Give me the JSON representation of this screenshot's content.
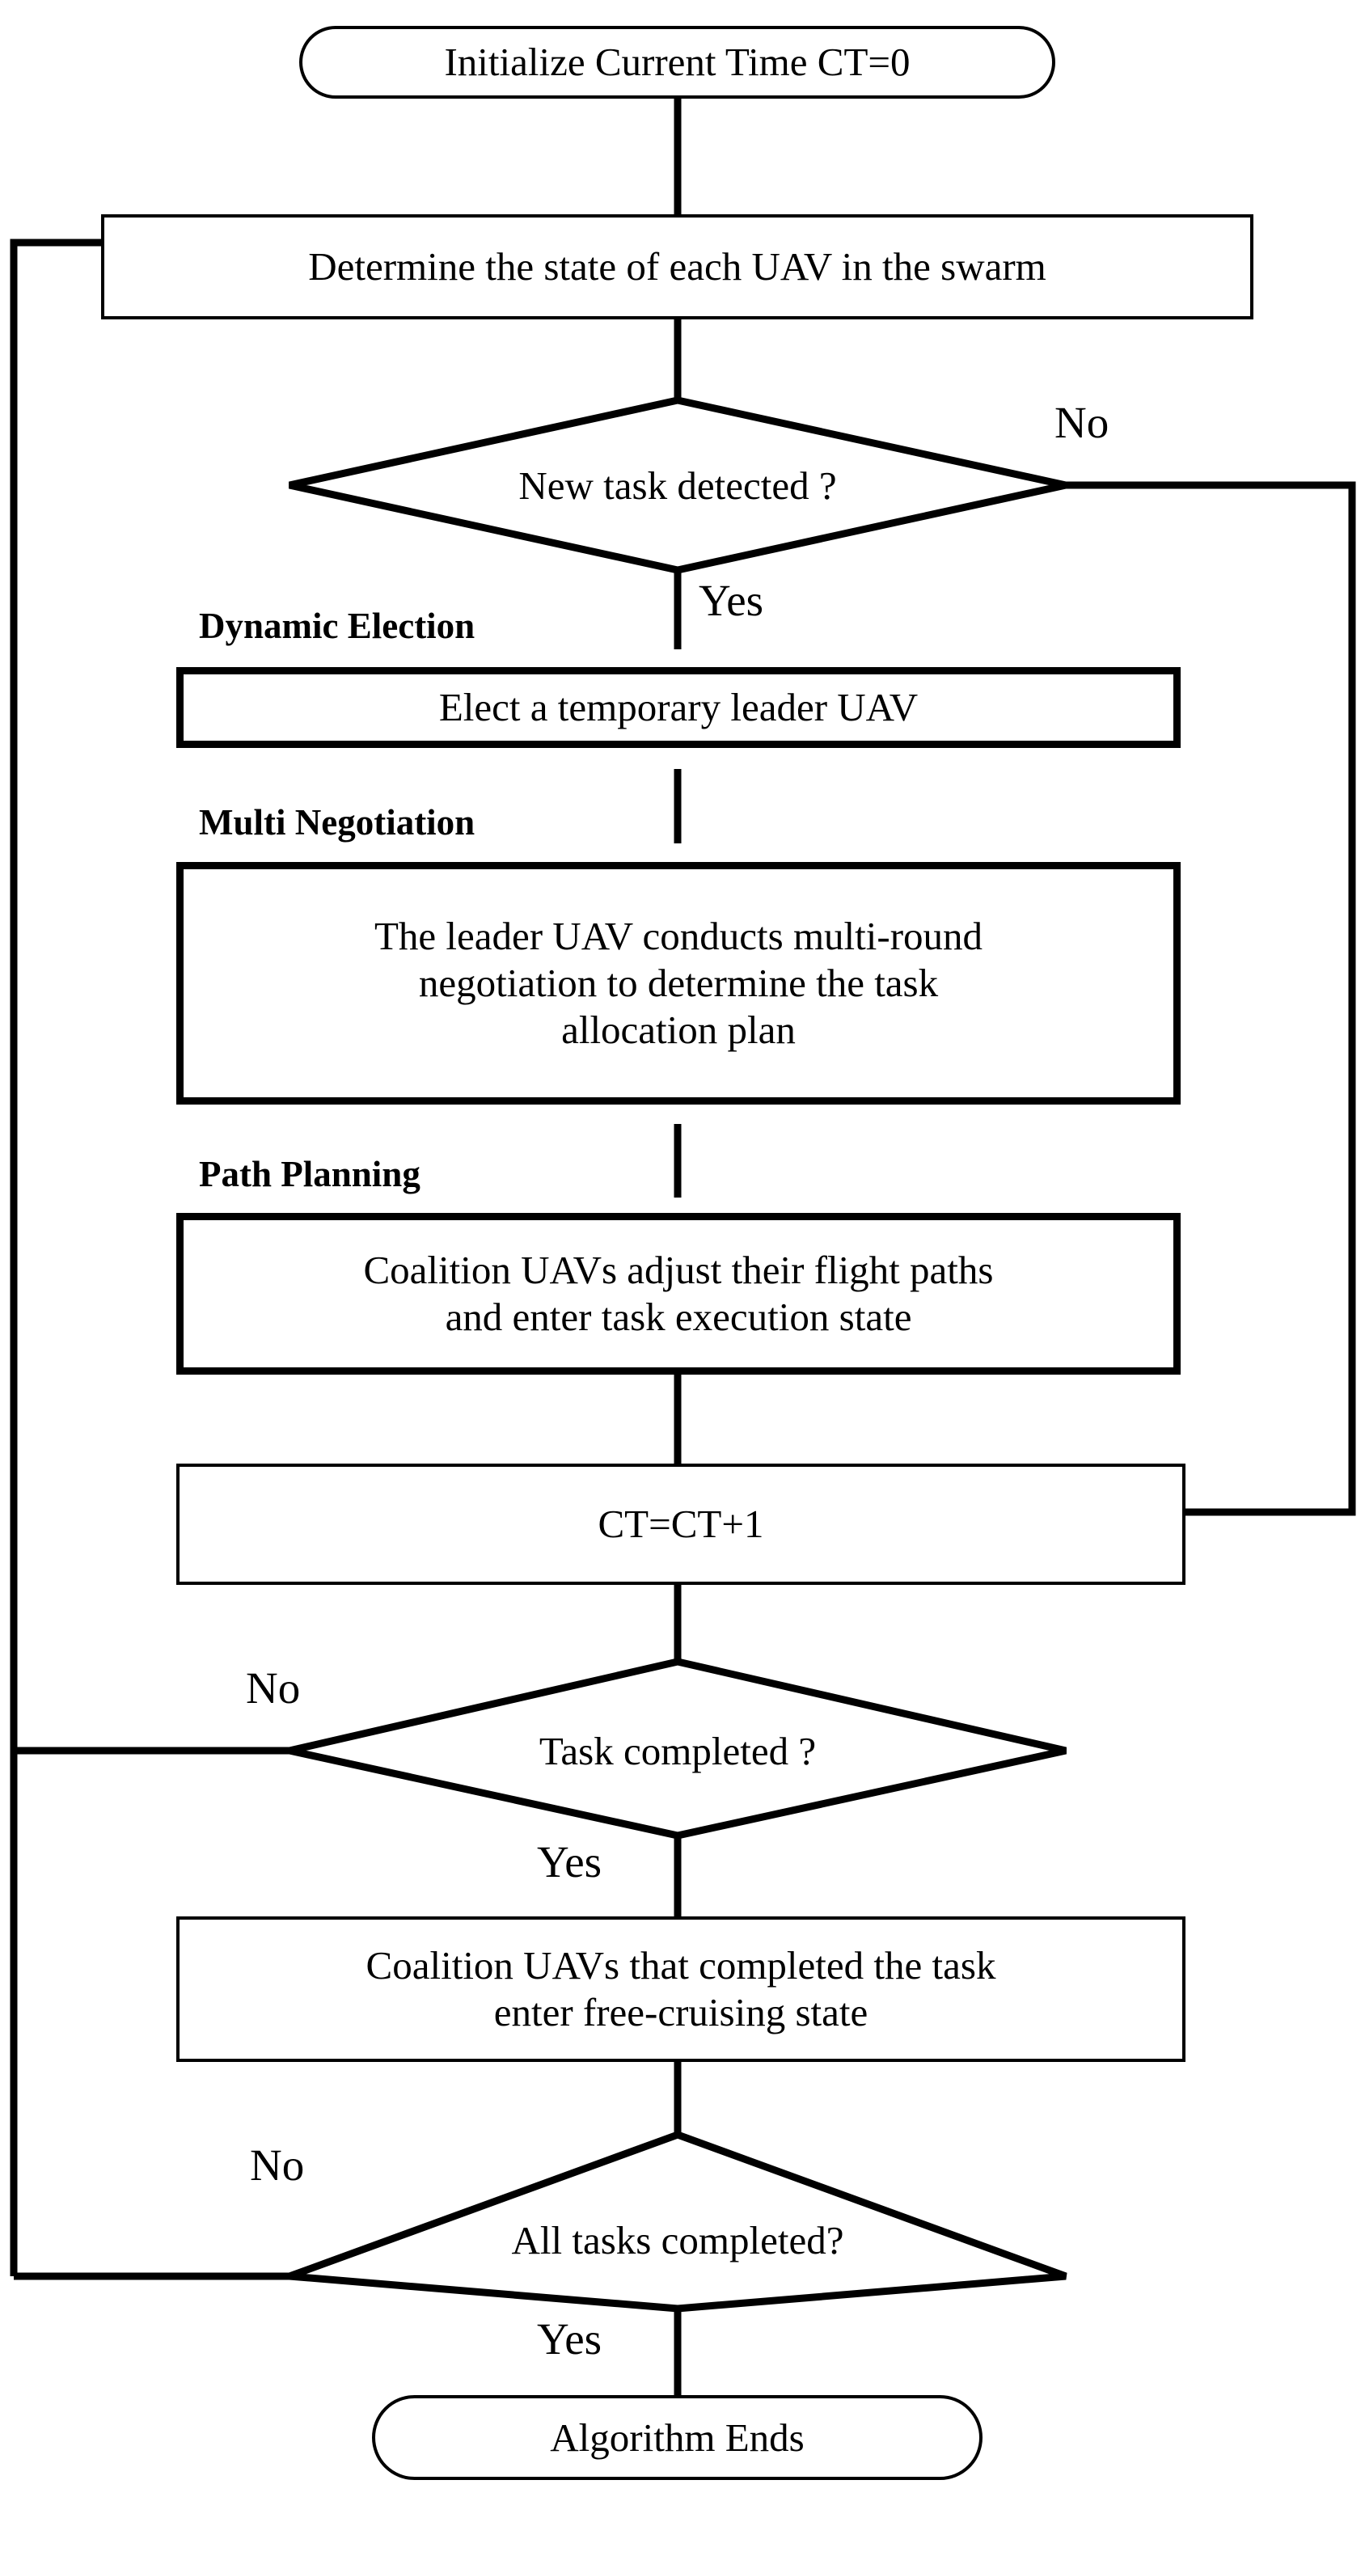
{
  "diagram": {
    "title": "UAV Swarm Dynamic Task Allocation Algorithm Flowchart",
    "stroke_color": "#000000",
    "background_color": "#ffffff",
    "nodes": {
      "start": {
        "type": "terminal",
        "text": "Initialize Current Time CT=0"
      },
      "determine_state": {
        "type": "process",
        "text": "Determine the state of each UAV in the swarm"
      },
      "new_task_decision": {
        "type": "decision",
        "text": "New task detected ?"
      },
      "elect_leader": {
        "type": "process",
        "text": "Elect a temporary leader UAV"
      },
      "negotiation": {
        "type": "process",
        "line1": "The leader UAV conducts multi-round",
        "line2": "negotiation to determine the task",
        "line3": "allocation plan"
      },
      "path_adjust": {
        "type": "process",
        "line1": "Coalition UAVs adjust their flight paths",
        "line2": "and enter task execution state"
      },
      "increment": {
        "type": "process",
        "text": "CT=CT+1"
      },
      "task_completed_decision": {
        "type": "decision",
        "text": "Task completed ?"
      },
      "free_cruising": {
        "type": "process",
        "line1": "Coalition UAVs that completed the task",
        "line2": "enter free-cruising state"
      },
      "all_tasks_decision": {
        "type": "decision",
        "text": "All tasks completed?"
      },
      "end": {
        "type": "terminal",
        "text": "Algorithm Ends"
      }
    },
    "section_labels": {
      "dynamic_election": "Dynamic Election",
      "multi_negotiation": "Multi Negotiation",
      "path_planning": "Path Planning"
    },
    "edge_labels": {
      "new_task_no": "No",
      "new_task_yes": "Yes",
      "task_completed_no": "No",
      "task_completed_yes": "Yes",
      "all_tasks_no": "No",
      "all_tasks_yes": "Yes"
    }
  }
}
